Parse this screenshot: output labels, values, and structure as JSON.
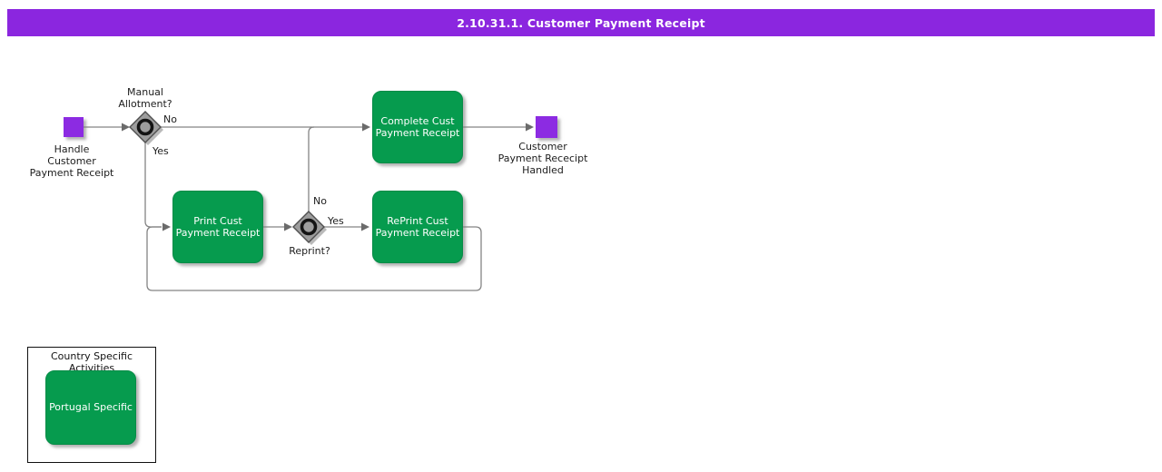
{
  "title": "2.10.31.1. Customer Payment Receipt",
  "colors": {
    "title_bar": "#8b26df",
    "activity_green": "#069b4e",
    "event_purple": "#8c2be2",
    "connector_gray": "#848484",
    "gateway_gray": "#9d9d9d"
  },
  "events": {
    "start": {
      "label": "Handle\nCustomer\nPayment Receipt"
    },
    "end": {
      "label": "Customer\nPayment Rececipt\nHandled"
    }
  },
  "gateways": {
    "manual": {
      "question": "Manual\nAllotment?",
      "no": "No",
      "yes": "Yes"
    },
    "reprint": {
      "question": "Reprint?",
      "no": "No",
      "yes": "Yes"
    }
  },
  "activities": {
    "complete": {
      "label": "Complete Cust\nPayment Receipt"
    },
    "print": {
      "label": "Print Cust\nPayment Receipt"
    },
    "reprint": {
      "label": "RePrint Cust\nPayment Receipt"
    }
  },
  "legend": {
    "title": "Country Specific Activities",
    "items": [
      {
        "label": "Portugal Specific"
      }
    ]
  }
}
